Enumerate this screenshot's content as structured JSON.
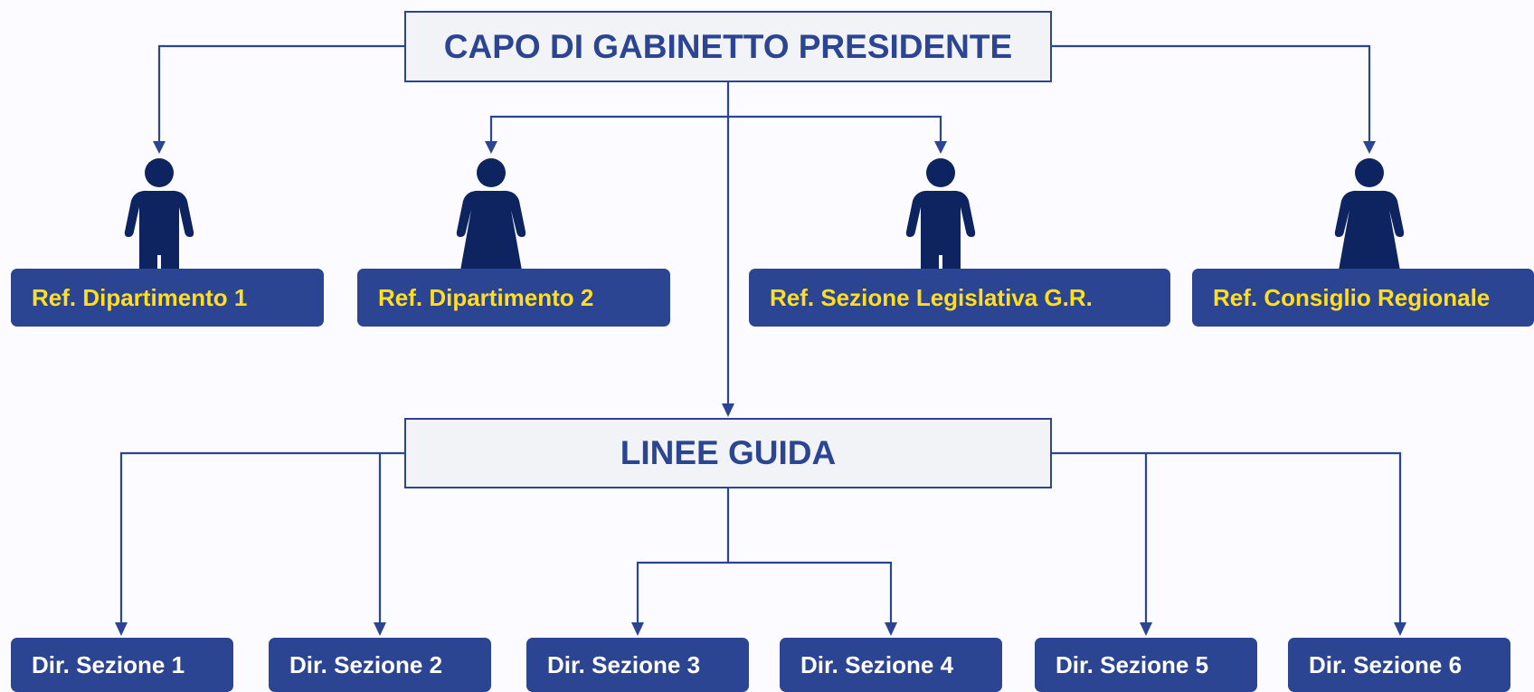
{
  "chart_data": {
    "type": "diagram",
    "top": "CAPO DI GABINETTO PRESIDENTE",
    "referents": [
      {
        "label": "Ref. Dipartimento 1",
        "icon": "man-icon"
      },
      {
        "label": "Ref. Dipartimento 2",
        "icon": "woman-icon"
      },
      {
        "label": "Ref. Sezione Legislativa G.R.",
        "icon": "man-icon"
      },
      {
        "label": "Ref. Consiglio Regionale",
        "icon": "woman-icon"
      }
    ],
    "middle": "LINEE GUIDA",
    "directors": [
      "Dir. Sezione 1",
      "Dir. Sezione 2",
      "Dir. Sezione 3",
      "Dir. Sezione 4",
      "Dir. Sezione 5",
      "Dir. Sezione 6"
    ],
    "colors": {
      "primary": "#2b4592",
      "header_fill": "#f1f3f6",
      "referent_text": "#ffdf1f",
      "director_text": "#ffffff",
      "person_icon": "#0d2461",
      "background": "#fcfbff"
    }
  }
}
